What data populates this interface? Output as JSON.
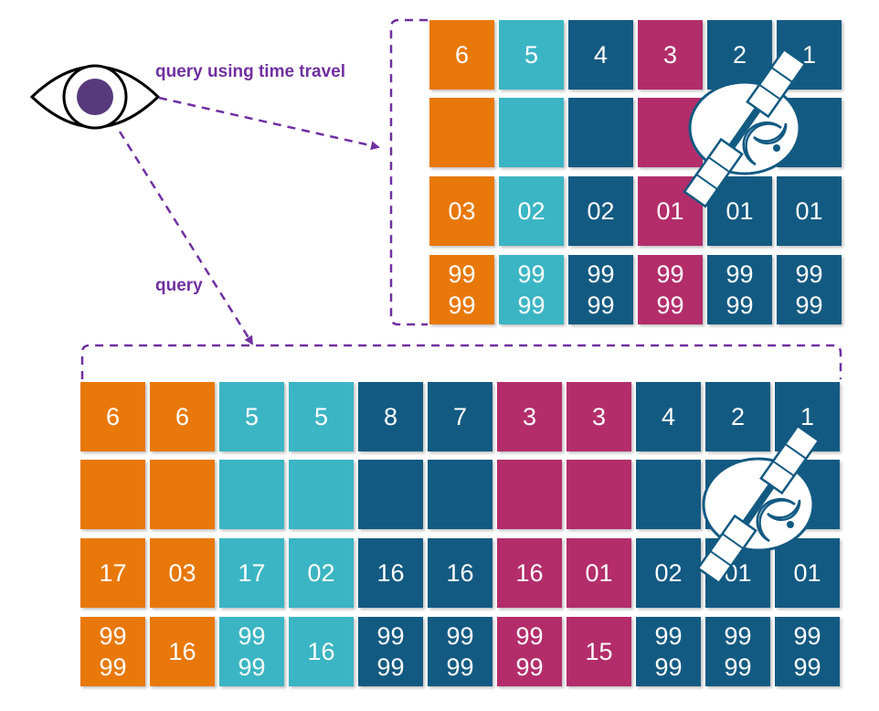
{
  "colors": {
    "orange": "#E8780A",
    "teal": "#3BB5C4",
    "navy": "#135A82",
    "magenta": "#B32D6B",
    "purple": "#7030A0",
    "pupil": "#583A7C"
  },
  "labels": {
    "time_travel": "query using time travel",
    "query": "query"
  },
  "top_grid": {
    "colors": [
      "orange",
      "teal",
      "navy",
      "magenta",
      "navy",
      "navy"
    ],
    "rows": [
      [
        "6",
        "5",
        "4",
        "3",
        "2",
        "1"
      ],
      [
        "",
        "",
        "",
        "",
        "",
        ""
      ],
      [
        "03",
        "02",
        "02",
        "01",
        "01",
        "01"
      ],
      [
        "99\n99",
        "99\n99",
        "99\n99",
        "99\n99",
        "99\n99",
        "99\n99"
      ]
    ]
  },
  "bottom_grid": {
    "colors": [
      "orange",
      "orange",
      "teal",
      "teal",
      "navy",
      "navy",
      "magenta",
      "magenta",
      "navy",
      "navy",
      "navy"
    ],
    "rows": [
      [
        "6",
        "6",
        "5",
        "5",
        "8",
        "7",
        "3",
        "3",
        "4",
        "2",
        "1"
      ],
      [
        "",
        "",
        "",
        "",
        "",
        "",
        "",
        "",
        "",
        "",
        ""
      ],
      [
        "17",
        "03",
        "17",
        "02",
        "16",
        "16",
        "16",
        "01",
        "02",
        "01",
        "01"
      ],
      [
        "99\n99",
        "16",
        "99\n99",
        "16",
        "99\n99",
        "99\n99",
        "99\n99",
        "15",
        "99\n99",
        "99\n99",
        "99\n99"
      ]
    ]
  },
  "icons": [
    "eye-icon",
    "satellite-icon"
  ]
}
